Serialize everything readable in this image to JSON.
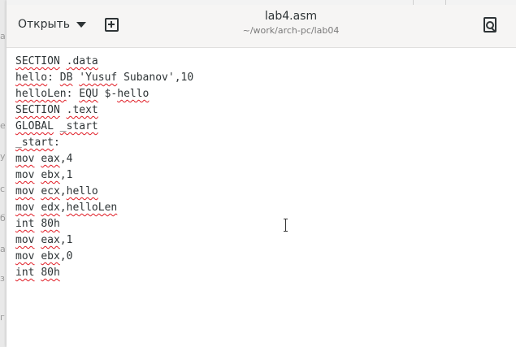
{
  "header": {
    "open_label": "Открыть",
    "title": "lab4.asm",
    "path": "~/work/arch-pc/lab04"
  },
  "editor": {
    "lines": [
      [
        {
          "t": "SECTION",
          "sq": true
        },
        {
          "t": " ",
          "sq": false
        },
        {
          "t": ".data",
          "sq": true
        }
      ],
      [
        {
          "t": "hello",
          "sq": true
        },
        {
          "t": ": ",
          "sq": false
        },
        {
          "t": "DB",
          "sq": true
        },
        {
          "t": " ",
          "sq": false
        },
        {
          "t": "'Yusuf",
          "sq": true
        },
        {
          "t": " Subanov',10",
          "sq": false
        }
      ],
      [
        {
          "t": "helloLen",
          "sq": true
        },
        {
          "t": ": ",
          "sq": false
        },
        {
          "t": "EQU",
          "sq": true
        },
        {
          "t": " $-",
          "sq": false
        },
        {
          "t": "hello",
          "sq": true
        }
      ],
      [
        {
          "t": "SECTION",
          "sq": true
        },
        {
          "t": " ",
          "sq": false
        },
        {
          "t": ".text",
          "sq": true
        }
      ],
      [
        {
          "t": "GLOBAL",
          "sq": true
        },
        {
          "t": " ",
          "sq": false
        },
        {
          "t": "_start",
          "sq": true
        }
      ],
      [
        {
          "t": "_start",
          "sq": true
        },
        {
          "t": ":",
          "sq": false
        }
      ],
      [
        {
          "t": "mov",
          "sq": true
        },
        {
          "t": " ",
          "sq": false
        },
        {
          "t": "eax",
          "sq": true
        },
        {
          "t": ",4",
          "sq": false
        }
      ],
      [
        {
          "t": "mov",
          "sq": true
        },
        {
          "t": " ",
          "sq": false
        },
        {
          "t": "ebx",
          "sq": true
        },
        {
          "t": ",1",
          "sq": false
        }
      ],
      [
        {
          "t": "mov",
          "sq": true
        },
        {
          "t": " ",
          "sq": false
        },
        {
          "t": "ecx",
          "sq": true
        },
        {
          "t": ",",
          "sq": false
        },
        {
          "t": "hello",
          "sq": true
        }
      ],
      [
        {
          "t": "mov",
          "sq": true
        },
        {
          "t": " ",
          "sq": false
        },
        {
          "t": "edx",
          "sq": true
        },
        {
          "t": ",",
          "sq": false
        },
        {
          "t": "helloLen",
          "sq": true
        }
      ],
      [
        {
          "t": "int",
          "sq": true
        },
        {
          "t": " ",
          "sq": false
        },
        {
          "t": "80h",
          "sq": true
        }
      ],
      [
        {
          "t": "mov",
          "sq": true
        },
        {
          "t": " ",
          "sq": false
        },
        {
          "t": "eax",
          "sq": true
        },
        {
          "t": ",1",
          "sq": false
        }
      ],
      [
        {
          "t": "mov",
          "sq": true
        },
        {
          "t": " ",
          "sq": false
        },
        {
          "t": "ebx",
          "sq": true
        },
        {
          "t": ",0",
          "sq": false
        }
      ],
      [
        {
          "t": "int",
          "sq": true
        },
        {
          "t": " ",
          "sq": false
        },
        {
          "t": "80h",
          "sq": true
        }
      ]
    ]
  },
  "icons": {
    "open_menu": "chevron-down-icon",
    "new_tab": "new-tab-icon",
    "search": "document-search-icon"
  },
  "colors": {
    "spellcheck_underline": "#e01b24",
    "text": "#2e3436",
    "header_bg": "#f6f5f4"
  }
}
